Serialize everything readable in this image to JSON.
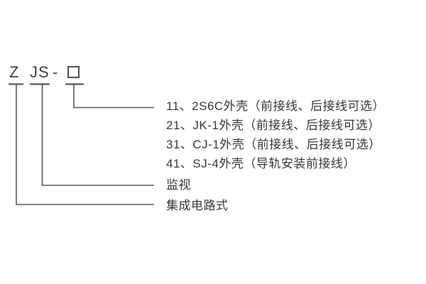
{
  "diagram": {
    "code": {
      "z": "Z",
      "js": "JS",
      "dash": "-"
    },
    "box_symbol": "placeholder-box",
    "options": [
      "11、2S6C外壳（前接线、后接线可选）",
      "21、JK-1外壳（前接线、后接线可选）",
      "31、CJ-1外壳（前接线、后接线可选）",
      "41、SJ-4外壳（导轨安装前接线）"
    ],
    "js_meaning": "监视",
    "z_meaning": "集成电路式"
  },
  "colors": {
    "background": "#ffffff",
    "text": "#333333",
    "code_text": "#3a3a3a",
    "line": "#555555",
    "underline": "#444444"
  }
}
